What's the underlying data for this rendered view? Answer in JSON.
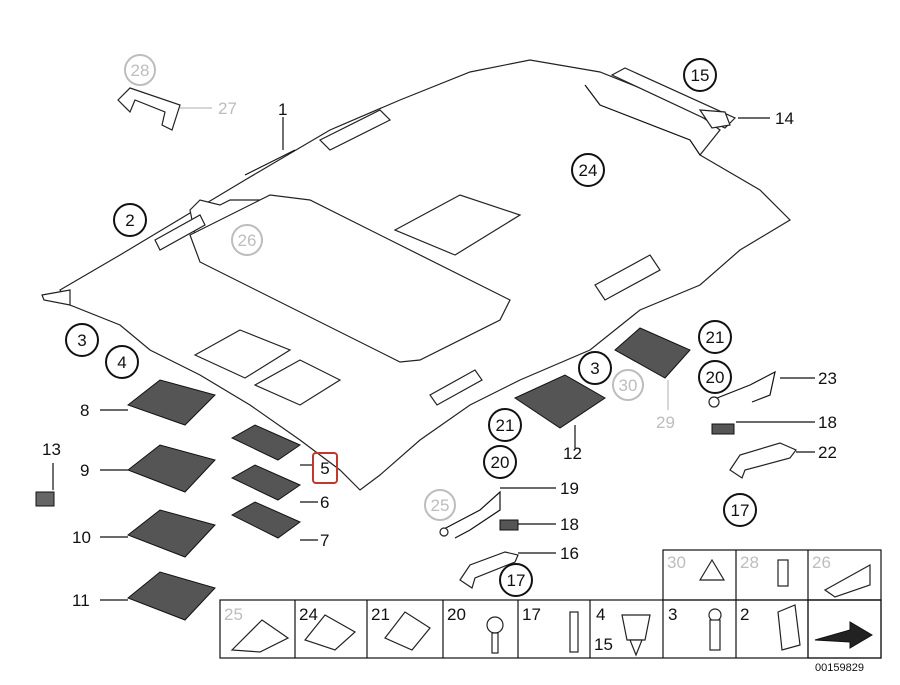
{
  "diagram": {
    "callouts": {
      "c1": "1",
      "c2": "2",
      "c3": "3",
      "c4": "4",
      "c5": "5",
      "c6": "6",
      "c7": "7",
      "c8": "8",
      "c9": "9",
      "c10": "10",
      "c11": "11",
      "c12": "12",
      "c13": "13",
      "c14": "14",
      "c15": "15",
      "c16": "16",
      "c17a": "17",
      "c17b": "17",
      "c18a": "18",
      "c18b": "18",
      "c19": "19",
      "c20a": "20",
      "c20b": "20",
      "c21a": "21",
      "c21b": "21",
      "c22": "22",
      "c23": "23",
      "c24": "24",
      "c25": "25",
      "c26": "26",
      "c27": "27",
      "c28": "28",
      "c29": "29",
      "c30": "30",
      "c3b": "3"
    },
    "legend_table": {
      "top_row": [
        "30",
        "28",
        "26"
      ],
      "bottom_row": [
        "25",
        "24",
        "21",
        "20",
        "17",
        "4",
        "3",
        "2"
      ],
      "bottom_row_sub": "15"
    },
    "selected_callout": "5",
    "image_code": "00159829"
  }
}
